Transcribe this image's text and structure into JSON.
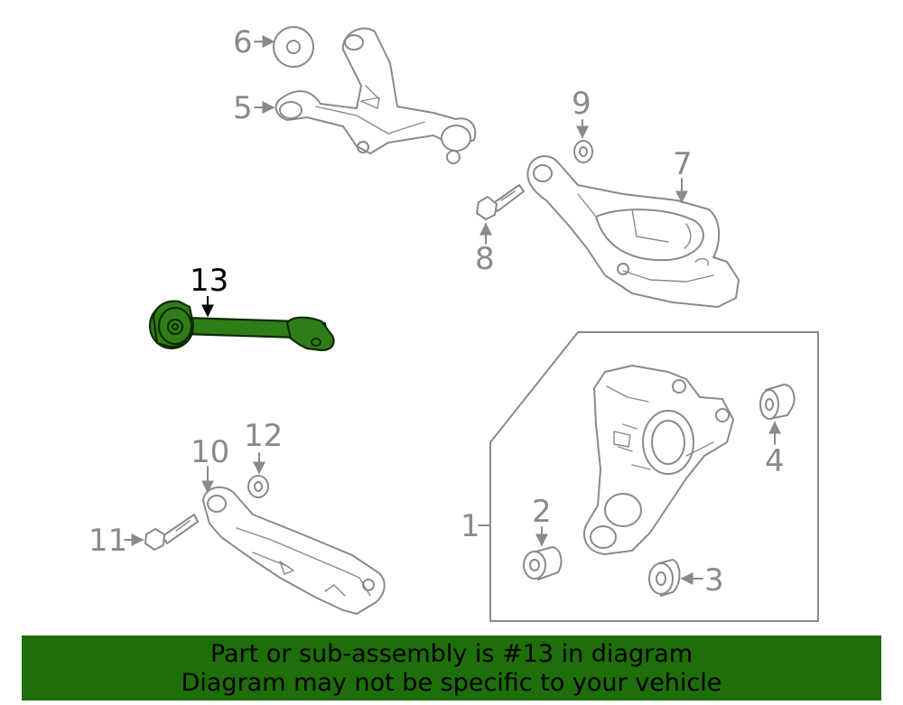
{
  "diagram": {
    "callouts": {
      "c1": "1",
      "c2": "2",
      "c3": "3",
      "c4": "4",
      "c5": "5",
      "c6": "6",
      "c7": "7",
      "c8": "8",
      "c9": "9",
      "c10": "10",
      "c11": "11",
      "c12": "12",
      "c13": "13"
    },
    "highlighted_part": "13",
    "colors": {
      "highlight": "#2f7d16",
      "line_art": "#8a8a8a",
      "banner": "#1e6e0a"
    }
  },
  "banner": {
    "line1": "Part or sub-assembly is #13 in diagram",
    "line2": "Diagram may not be specific to your vehicle"
  }
}
